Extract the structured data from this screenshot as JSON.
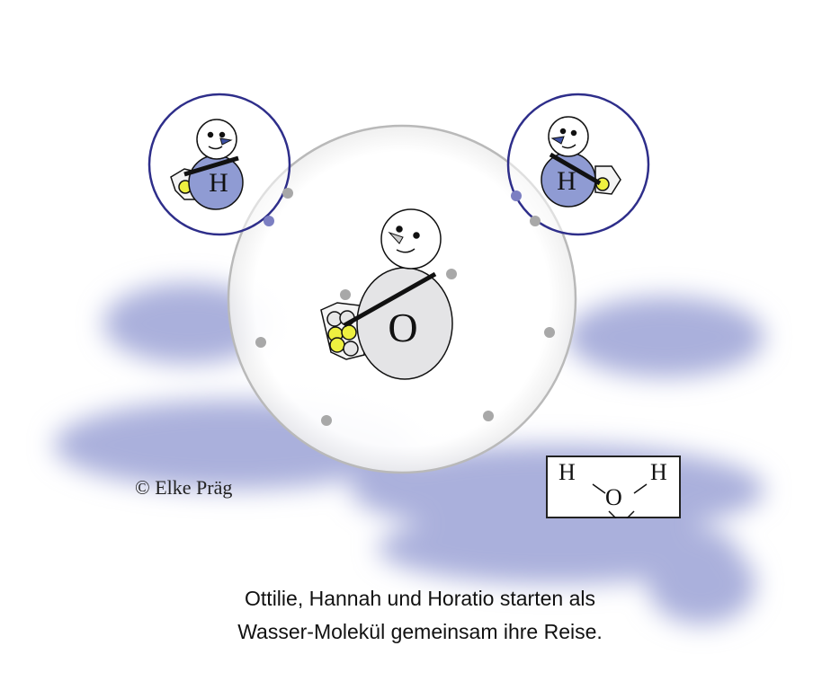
{
  "illustration": {
    "oxygen_label": "O",
    "hydrogen_left_label": "H",
    "hydrogen_right_label": "H",
    "copyright": "© Elke Präg"
  },
  "formula": {
    "h_left": "H",
    "o": "O",
    "h_right": "H"
  },
  "caption": {
    "line1": "Ottilie, Hannah und Horatio starten als",
    "line2": "Wasser-Molekül gemeinsam ihre Reise."
  },
  "colors": {
    "cloud": "#aab0dc",
    "hydrogen": "#8f9bd3",
    "orbit_ring": "#2e2e8a",
    "oxygen_body": "#e4e4e6",
    "electron": "#a8a8a8",
    "yellow": "#eef040"
  }
}
